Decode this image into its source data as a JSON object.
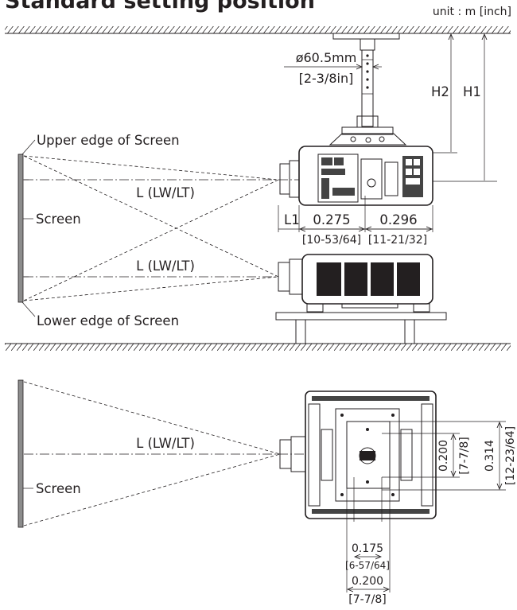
{
  "header": {
    "title": "Standard setting position",
    "unit": "unit : m [inch]"
  },
  "side_view": {
    "pipe_diameter": "ø60.5mm",
    "pipe_diameter_inch": "[2-3/8in]",
    "h2": "H2",
    "h1": "H1",
    "upper_edge": "Upper edge of Screen",
    "lower_edge": "Lower edge of Screen",
    "screen": "Screen",
    "throw_upper": "L (LW/LT)",
    "throw_lower": "L (LW/LT)",
    "l1": "L1",
    "dim_front": "0.275",
    "dim_rear": "0.296",
    "dim_front_inch": "[10-53/64]",
    "dim_rear_inch": "[11-21/32]"
  },
  "top_view": {
    "throw": "L (LW/LT)",
    "screen": "Screen",
    "v_small": "0.200",
    "v_small_inch": "[7-7/8]",
    "v_large": "0.314",
    "v_large_inch": "[12-23/64]",
    "h_small": "0.175",
    "h_small_inch": "[6-57/64]",
    "h_large": "0.200",
    "h_large_inch": "[7-7/8]"
  }
}
